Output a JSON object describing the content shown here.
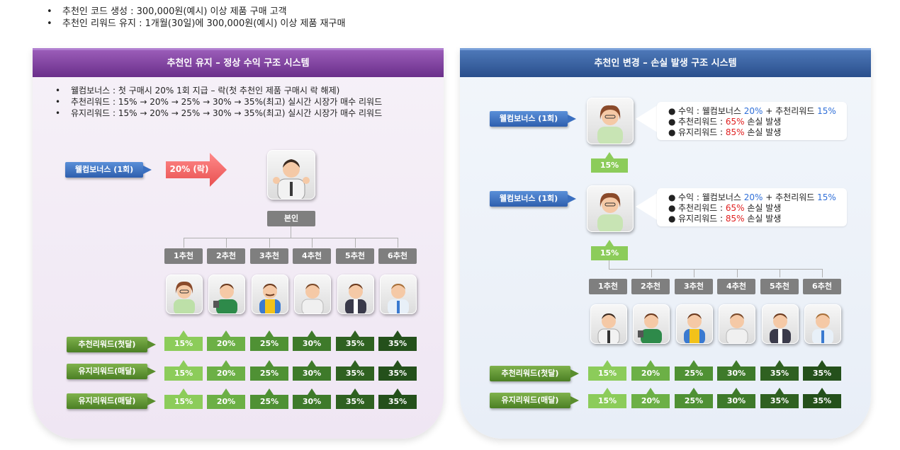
{
  "top_bullets": [
    "추천인 코드 생성 : 300,000원(예시) 이상 제품 구매 고객",
    "추천인 리워드 유지 : 1개월(30일)에 300,000원(예시) 이상 제품 재구매"
  ],
  "left_panel": {
    "title": "추천인 유지 – 정상 수익 구조 시스템",
    "bullets": [
      "웰컴보너스 : 첫 구매시 20%  1회 지급 – 락(첫 추천인 제품 구매시 락 해제)",
      "추천리워드 : 15% → 20% → 25% → 30% → 35%(최고) 실시간 시장가 매수 리워드",
      "유지리워드 : 15% → 20% → 25% → 30% → 35%(최고) 실시간 시장가 매수 리워드"
    ],
    "welcome_label": "웰컴보너스 (1회)",
    "welcome_value": "20% (락)",
    "self_label": "본인",
    "referrals": [
      "1추천",
      "2추천",
      "3추천",
      "4추천",
      "5추천",
      "6추천"
    ],
    "rows": [
      {
        "label": "추천리워드(첫달)",
        "values": [
          "15%",
          "20%",
          "25%",
          "30%",
          "35%",
          "35%"
        ]
      },
      {
        "label": "유지리워드(매달)",
        "values": [
          "15%",
          "20%",
          "25%",
          "30%",
          "35%",
          "35%"
        ]
      },
      {
        "label": "유지리워드(매달)",
        "values": [
          "15%",
          "20%",
          "25%",
          "30%",
          "35%",
          "35%"
        ]
      }
    ]
  },
  "right_panel": {
    "title": "추천인 변경 – 손실 발생 구조 시스템",
    "welcome_label_1": "웰컴보너스 (1회)",
    "welcome_label_2": "웰컴보너스 (1회)",
    "step_1": "15%",
    "step_2": "15%",
    "info_1": {
      "line1_prefix": "수익 : 웰컴보너스 ",
      "line1_v1": "20%",
      "line1_mid": " + 추천리워드 ",
      "line1_v2": "15%",
      "line2_prefix": "추천리워드 : ",
      "line2_value": "65%",
      "line2_suffix": " 손실 발생",
      "line3_prefix": "유지리워드 : ",
      "line3_value": "85%",
      "line3_suffix": " 손실 발생"
    },
    "info_2": {
      "line1_prefix": "수익 : 웰컴보너스 ",
      "line1_v1": "20%",
      "line1_mid": " + 추천리워드 ",
      "line1_v2": "15%",
      "line2_prefix": "추천리워드 : ",
      "line2_value": "65%",
      "line2_suffix": " 손실 발생",
      "line3_prefix": "유지리워드 : ",
      "line3_value": "85%",
      "line3_suffix": " 손실 발생"
    },
    "referrals": [
      "1추천",
      "2추천",
      "3추천",
      "4추천",
      "5추천",
      "6추천"
    ],
    "rows": [
      {
        "label": "추천리워드(첫달)",
        "values": [
          "15%",
          "20%",
          "25%",
          "30%",
          "35%",
          "35%"
        ]
      },
      {
        "label": "유지리워드(매달)",
        "values": [
          "15%",
          "20%",
          "25%",
          "30%",
          "35%",
          "35%"
        ]
      }
    ]
  },
  "colors": {
    "left_header": "#6a2f8a",
    "right_header": "#2a4f8c",
    "blue_button": "#2e5fae",
    "green_button": "#4b7f24",
    "loss_red": "#e02020",
    "gain_blue": "#2f6fd8"
  }
}
